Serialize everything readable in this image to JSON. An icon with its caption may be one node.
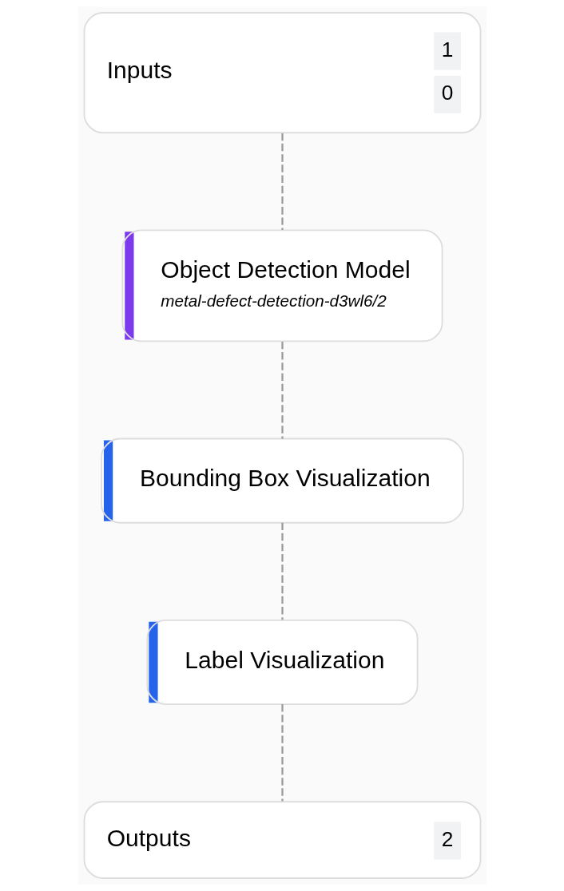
{
  "diagram": {
    "nodes": [
      {
        "text": [
          "Inputs",
          "1",
          "0"
        ]
      },
      {
        "text": [
          "Object Detection Model",
          "metal-defect-detection-d3wl6/2"
        ]
      },
      {
        "text": [
          "Bounding Box Visualization"
        ]
      },
      {
        "text": [
          "Label Visualization"
        ]
      },
      {
        "text": [
          "Outputs",
          "2"
        ]
      }
    ],
    "edges": [
      {
        "from": 0,
        "to": 1,
        "arrow": "none",
        "style": "dashed"
      },
      {
        "from": 1,
        "to": 2,
        "arrow": "none",
        "style": "dashed"
      },
      {
        "from": 2,
        "to": 3,
        "arrow": "none",
        "style": "dashed"
      },
      {
        "from": 3,
        "to": 4,
        "arrow": "none",
        "style": "dashed"
      }
    ]
  }
}
